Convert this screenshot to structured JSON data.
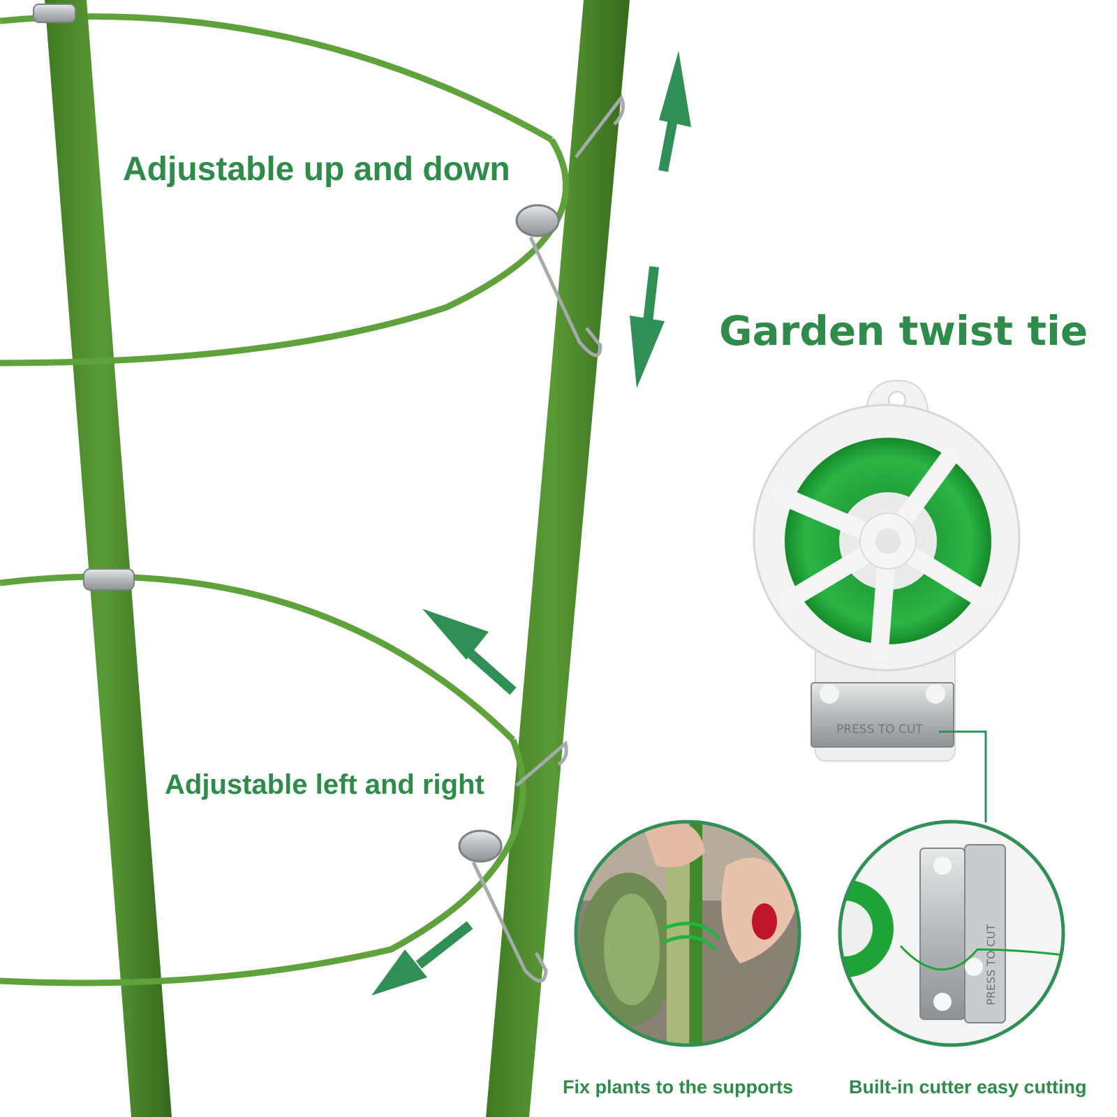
{
  "labels": {
    "adjust_vertical": "Adjustable up and down",
    "adjust_horizontal": "Adjustable left and right",
    "product_heading": "Garden twist tie",
    "caption_fix": "Fix plants to the supports",
    "caption_cutter": "Built-in cutter easy cutting",
    "cutter_engraving": "PRESS TO CUT"
  },
  "colors": {
    "label_text": "#2e8b4a",
    "arrow": "#2f8f55",
    "stake": "#4d8a2e",
    "ring": "#5fa23c",
    "wire_spool": "#22a83a",
    "spool_body": "#f2f3f2",
    "metal_clip": "#c0c4c6",
    "callout_border": "#2f8f55"
  },
  "icons": [
    "arrow-up-icon",
    "arrow-down-icon",
    "arrow-up-left-icon",
    "arrow-down-left-icon"
  ]
}
